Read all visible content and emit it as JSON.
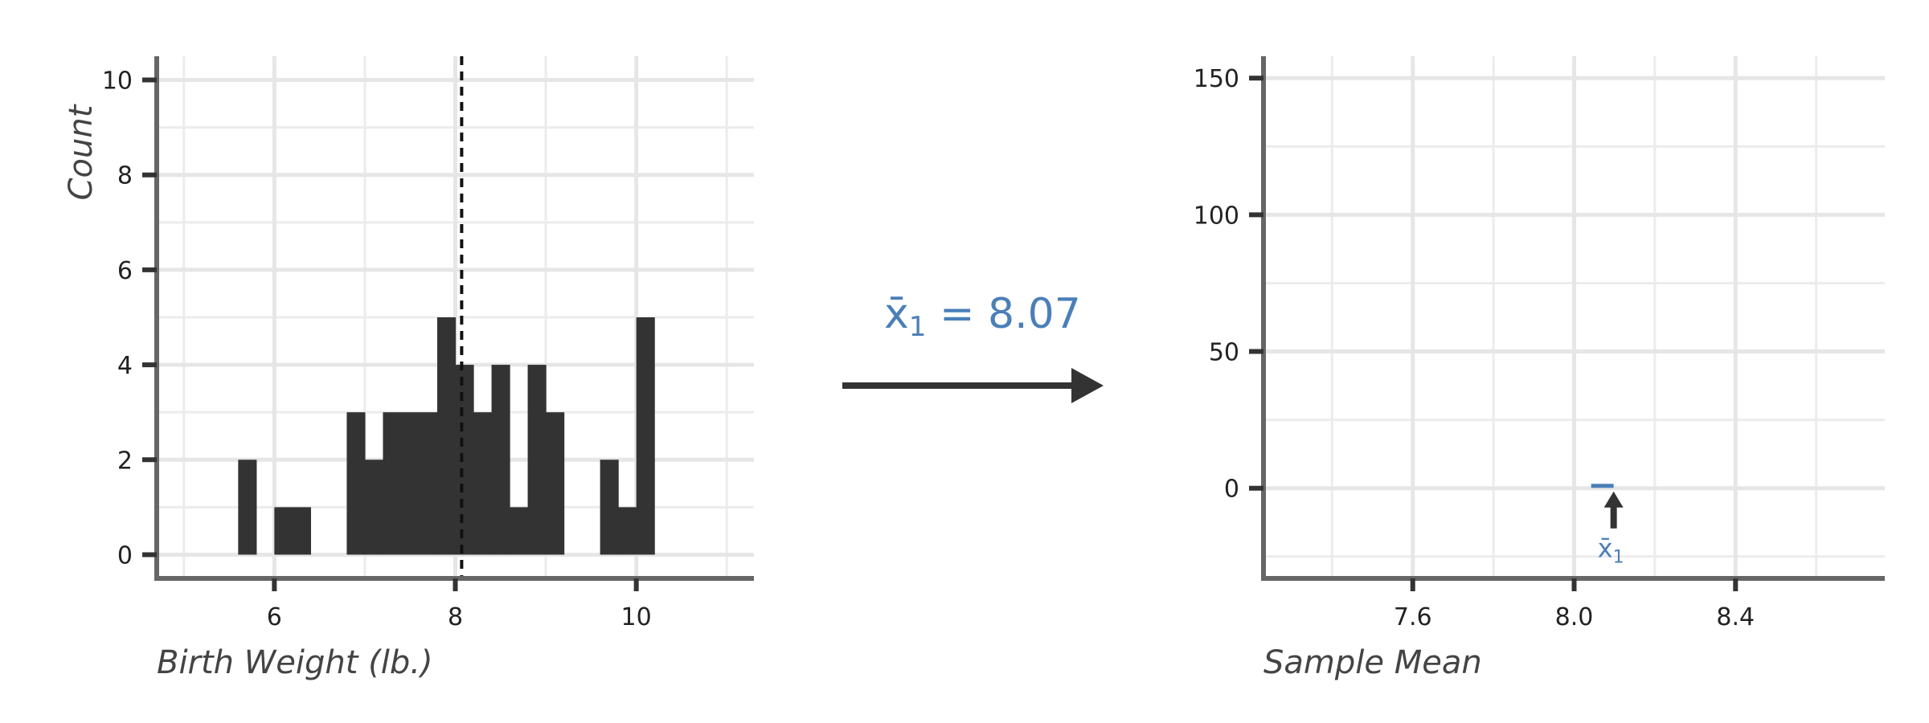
{
  "colors": {
    "bars": "#333333",
    "accent": "#4a7fb8",
    "grid": "#e6e6e6",
    "axis": "#666666"
  },
  "arrow": {
    "xbar_symbol": "x̄",
    "subscript": "1",
    "label_rest": " = 8.07"
  },
  "chart_data": [
    {
      "type": "histogram",
      "xlabel": "Birth Weight (lb.)",
      "ylabel": "Count",
      "xlim": [
        4.7,
        11.3
      ],
      "ylim": [
        -0.5,
        10.5
      ],
      "x_ticks": [
        6,
        8,
        10
      ],
      "y_ticks": [
        0,
        2,
        4,
        6,
        8,
        10
      ],
      "grid": true,
      "bins": [
        {
          "x0": 5.6,
          "x1": 5.8,
          "count": 2
        },
        {
          "x0": 5.8,
          "x1": 6.0,
          "count": 0
        },
        {
          "x0": 6.0,
          "x1": 6.4,
          "count": 1
        },
        {
          "x0": 6.8,
          "x1": 7.0,
          "count": 3
        },
        {
          "x0": 7.0,
          "x1": 7.2,
          "count": 2
        },
        {
          "x0": 7.2,
          "x1": 7.8,
          "count": 3
        },
        {
          "x0": 7.8,
          "x1": 8.0,
          "count": 5
        },
        {
          "x0": 8.0,
          "x1": 8.2,
          "count": 4
        },
        {
          "x0": 8.2,
          "x1": 8.4,
          "count": 3
        },
        {
          "x0": 8.4,
          "x1": 8.6,
          "count": 4
        },
        {
          "x0": 8.6,
          "x1": 8.8,
          "count": 1
        },
        {
          "x0": 8.8,
          "x1": 9.0,
          "count": 4
        },
        {
          "x0": 9.0,
          "x1": 9.2,
          "count": 3
        },
        {
          "x0": 9.6,
          "x1": 9.8,
          "count": 2
        },
        {
          "x0": 9.8,
          "x1": 10.0,
          "count": 1
        },
        {
          "x0": 10.0,
          "x1": 10.2,
          "count": 5
        }
      ],
      "mean_line": 8.07
    },
    {
      "type": "histogram",
      "xlabel": "Sample Mean",
      "ylabel": "",
      "xlim": [
        7.23,
        8.77
      ],
      "ylim": [
        -33,
        158
      ],
      "x_ticks": [
        7.6,
        8.0,
        8.4
      ],
      "x_tick_labels": [
        "7.6",
        "8.0",
        "8.4"
      ],
      "y_ticks": [
        0,
        50,
        100,
        150
      ],
      "grid": true,
      "marks": [
        {
          "x": 8.07,
          "count": 1
        }
      ],
      "annotation": {
        "x": 8.07,
        "label_symbol": "x̄",
        "label_subscript": "1"
      }
    }
  ]
}
